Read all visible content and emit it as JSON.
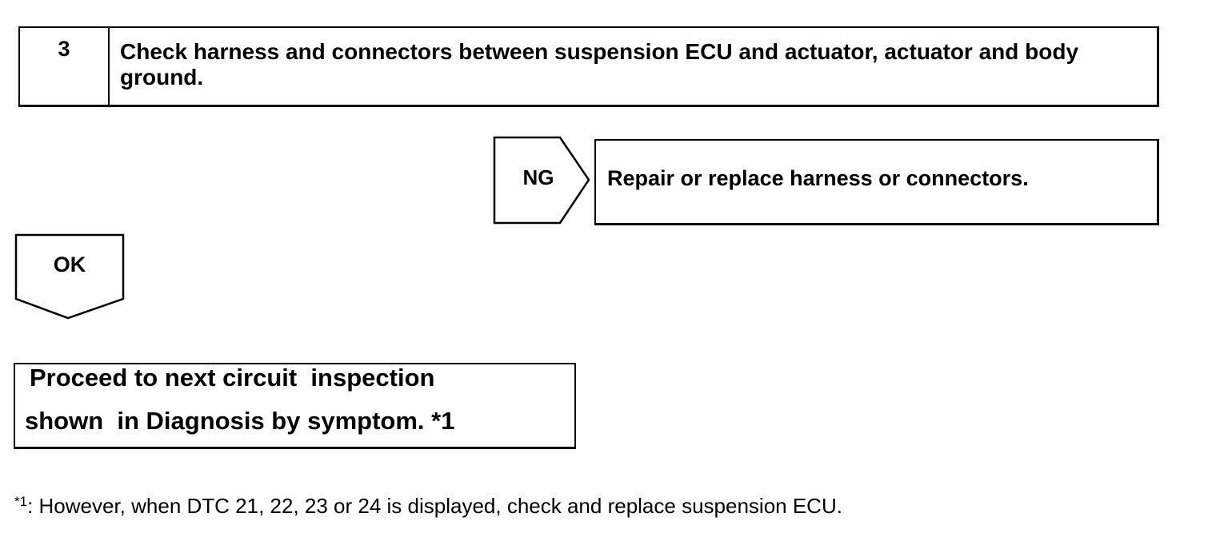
{
  "step": {
    "number": "3",
    "title": "Check harness and connectors between suspension ECU and actuator, actuator and body ground."
  },
  "ng_branch": {
    "label": "NG",
    "action": "Repair or replace harness or connectors."
  },
  "ok_branch": {
    "label": "OK"
  },
  "proceed": {
    "line1": "Proceed to next circuit  inspection",
    "line2": "shown  in Diagnosis by symptom. *1"
  },
  "footnote": {
    "marker": "*1",
    "text": ": However, when DTC 21, 22, 23 or 24 is displayed, check and replace suspension ECU."
  }
}
